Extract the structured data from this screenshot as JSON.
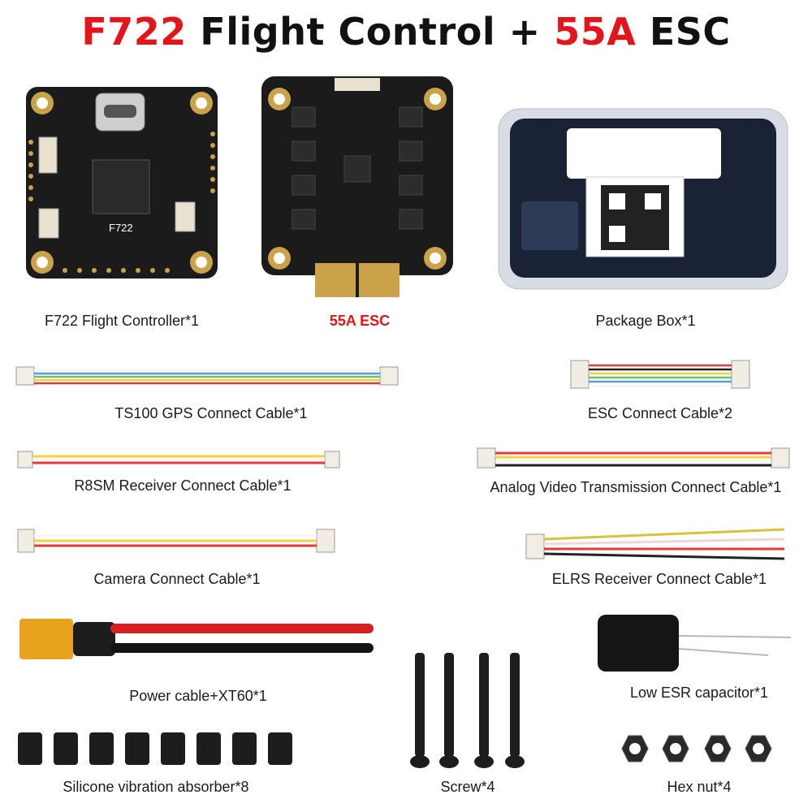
{
  "title": {
    "part1": "F722",
    "part2": " Flight Control + ",
    "part3": "55A",
    "part4": " ESC"
  },
  "colors": {
    "accent_red": "#e4141b",
    "pcb_black": "#1b1b1b",
    "gold": "#c9a24a"
  },
  "board": {
    "silk_label": "F722"
  },
  "items": [
    {
      "label": "F722 Flight Controller*1"
    },
    {
      "label": "55A ESC"
    },
    {
      "label": "Package Box*1"
    },
    {
      "label": "TS100 GPS Connect Cable*1"
    },
    {
      "label": "ESC Connect Cable*2"
    },
    {
      "label": "R8SM Receiver Connect Cable*1"
    },
    {
      "label": "Analog Video Transmission Connect Cable*1"
    },
    {
      "label": "Camera Connect Cable*1"
    },
    {
      "label": "ELRS Receiver Connect Cable*1"
    },
    {
      "label": "Power cable+XT60*1"
    },
    {
      "label": "Low ESR capacitor*1"
    },
    {
      "label": "Screw*4"
    },
    {
      "label": "Silicone vibration absorber*8"
    },
    {
      "label": "Hex nut*4"
    }
  ]
}
